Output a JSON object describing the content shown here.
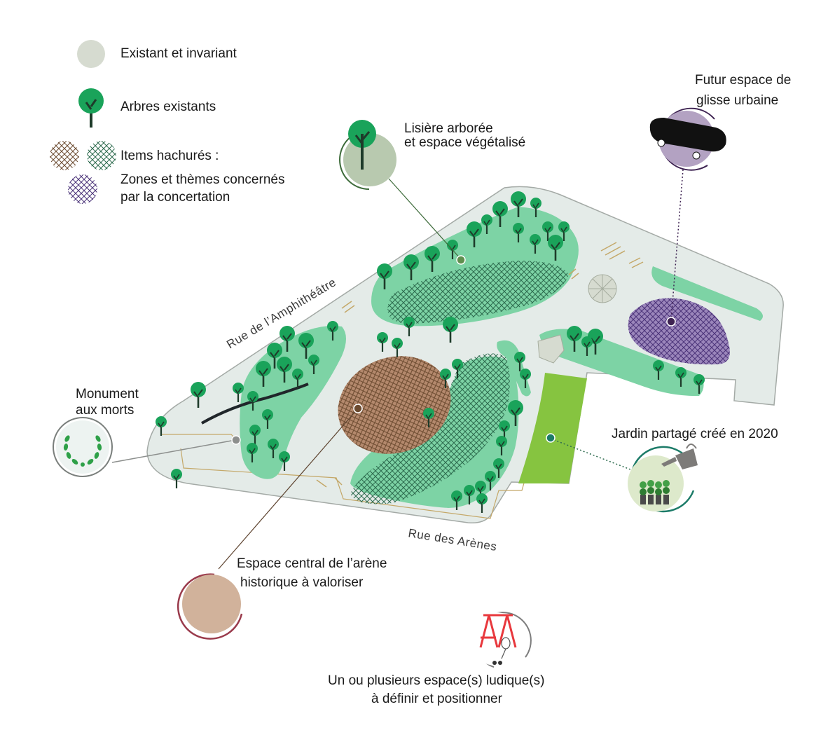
{
  "legend": {
    "existing": "Existant et invariant",
    "trees": "Arbres existants",
    "hatched_title": "Items hachurés :",
    "hatched_line1": "Zones et thèmes concernés",
    "hatched_line2": "par la concertation"
  },
  "streets": {
    "north": "Rue de l’Amphithéâtre",
    "south": "Rue des Arènes"
  },
  "callouts": {
    "lisiere_line1": "Lisière arborée",
    "lisiere_line2": "et espace végétalisé",
    "glisse_line1": "Futur espace de",
    "glisse_line2": "glisse urbaine",
    "monument_line1": "Monument",
    "monument_line2": "aux morts",
    "jardin": "Jardin partagé créé en 2020",
    "arene_line1": "Espace central de l’arène",
    "arene_line2": "historique à valoriser",
    "ludique_line1": "Un ou plusieurs espace(s) ludique(s)",
    "ludique_line2": "à définir et positionner"
  },
  "colors": {
    "existing_grey": "#d6dbd0",
    "park_ground": "#e4ebe8",
    "green_zone": "#7dd3a5",
    "tree": "#1aa35a",
    "trunk": "#1e3b2a",
    "garden": "#86c440",
    "arena": "#b4896d",
    "glisse": "#9b86bb",
    "path": "#c4a869"
  }
}
